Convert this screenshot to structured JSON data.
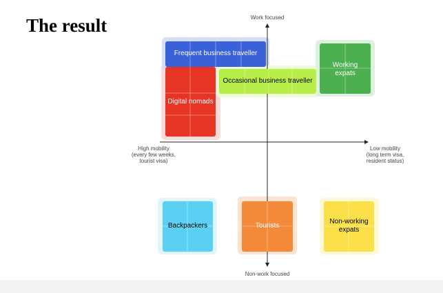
{
  "title": "The result",
  "axes": {
    "top": "Work focused",
    "bottom": "Non-work focused",
    "left": "High mobility\n(every few weeks,\ntourist visa)",
    "right": "Low mobility\n(long term visa,\nresident status)"
  },
  "segments": {
    "frequent_business": {
      "label": "Frequent business traveller",
      "fill": "#3a62d8",
      "halo": "#d6def6",
      "text": "#ffffff"
    },
    "occasional_business": {
      "label": "Occasional business traveller",
      "fill": "#b7ee4a",
      "halo": "#eefbd4",
      "text": "#000000"
    },
    "digital_nomads": {
      "label": "Digital nomads",
      "fill": "#e63524",
      "halo": "#f9dcd8",
      "text": "#ffffff"
    },
    "working_expats": {
      "label": "Working expats",
      "fill": "#4caf50",
      "halo": "#ddf2de",
      "text": "#ffffff"
    },
    "backpackers": {
      "label": "Backpackers",
      "fill": "#5bd0f4",
      "halo": "#e0f6fd",
      "text": "#000000"
    },
    "tourists": {
      "label": "Tourists",
      "fill": "#f28a3a",
      "halo": "#fde3d0",
      "text": "#ffffff"
    },
    "non_working_expats": {
      "label": "Non-working expats",
      "fill": "#fbe04a",
      "halo": "#fef8d6",
      "text": "#000000"
    }
  }
}
